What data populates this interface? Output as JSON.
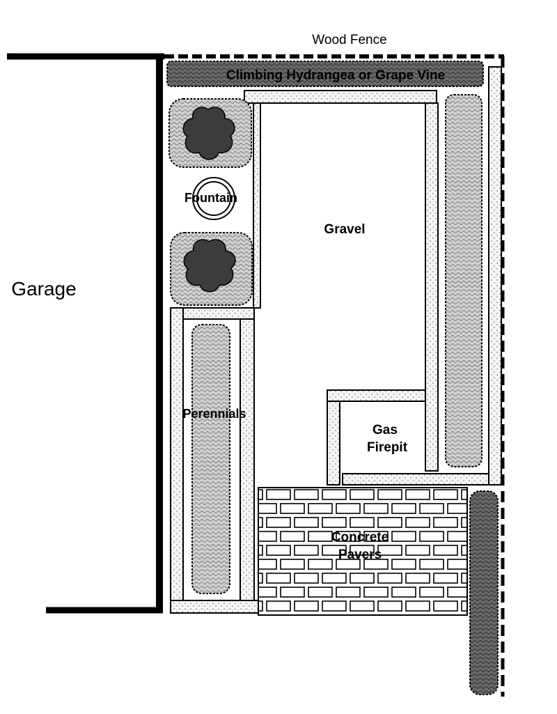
{
  "labels": {
    "wood_fence": "Wood Fence",
    "climbing_vine": "Climbing Hydrangea or Grape Vine",
    "garage": "Garage",
    "fountain": "Fountain",
    "gravel": "Gravel",
    "perennials": "Perennials",
    "firepit_line1": "Gas",
    "firepit_line2": "Firepit",
    "pavers_line1": "Concrete",
    "pavers_line2": "Pavers"
  },
  "colors": {
    "outline": "#000000",
    "shrub": "#3c3c3c",
    "vine": "#5a5a5a",
    "bed_fill": "#c8c8c8",
    "edging_fill": "#f2f2f2",
    "background": "#ffffff"
  }
}
